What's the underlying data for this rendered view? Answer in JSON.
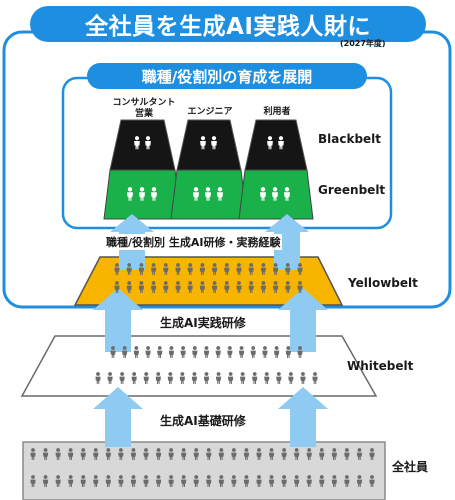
{
  "title": {
    "main": "全社員を生成AI実践人財に",
    "sub": "(2027年度)"
  },
  "inner_title": "職種/役割別の育成を展開",
  "roles": [
    "コンサルタント\n営業",
    "エンジニア",
    "利用者"
  ],
  "tiers": {
    "blackbelt": "Blackbelt",
    "greenbelt": "Greenbelt",
    "yellowbelt": "Yellowbelt",
    "whitebelt": "Whitebelt",
    "all": "全社員"
  },
  "arrows": {
    "role_training": "職種/役割別 生成AI研修・実務経験",
    "practice_training": "生成AI実践研修",
    "basic_training": "生成AI基礎研修"
  },
  "colors": {
    "accent": "#1e8fe0",
    "arrow": "#8fcaf2",
    "black_tier": "#151515",
    "green_tier": "#1bb14a",
    "yellow_tier": "#f7b500",
    "gray_tier": "#d8d8d8",
    "person": "#6b6b6b"
  }
}
